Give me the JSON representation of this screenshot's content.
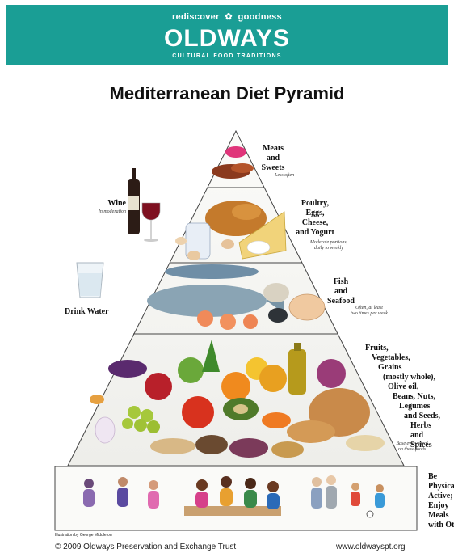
{
  "header": {
    "tagline_left": "rediscover",
    "tagline_right": "goodness",
    "brand": "OLDWAYS",
    "subtitle": "CULTURAL FOOD TRADITIONS",
    "color": "#1a9e95"
  },
  "title": "Mediterranean Diet Pyramid",
  "tiers": [
    {
      "label_lines": [
        "Meats",
        "and",
        "Sweets"
      ],
      "note_lines": [
        "Less often"
      ]
    },
    {
      "label_lines": [
        "Poultry,",
        "Eggs,",
        "Cheese,",
        "and Yogurt"
      ],
      "note_lines": [
        "Moderate portions,",
        "daily to weekly"
      ]
    },
    {
      "label_lines": [
        "Fish",
        "and",
        "Seafood"
      ],
      "note_lines": [
        "Often, at least",
        "two times per week"
      ]
    },
    {
      "label_lines": [
        "Fruits,",
        "Vegetables,",
        "Grains",
        "(mostly whole),",
        "Olive oil,",
        "Beans, Nuts,",
        "Legumes",
        "and Seeds,",
        "Herbs",
        "and Spices"
      ],
      "note_lines": [
        "Base every meal",
        "on these foods"
      ]
    },
    {
      "label_lines": [
        "Be",
        "Physically",
        "Active;",
        "Enjoy",
        "Meals",
        "with Others"
      ]
    }
  ],
  "wine": {
    "label": "Wine",
    "note": "In moderation"
  },
  "water": {
    "label": "Drink Water"
  },
  "footer": {
    "illustration_credit": "Illustration by George Middleton",
    "copyright": "© 2009 Oldways Preservation and Exchange Trust",
    "url": "www.oldwayspt.org"
  },
  "colors": {
    "teal": "#1a9e95",
    "tier_fill": "#f7f7f5",
    "outline": "#444444"
  }
}
